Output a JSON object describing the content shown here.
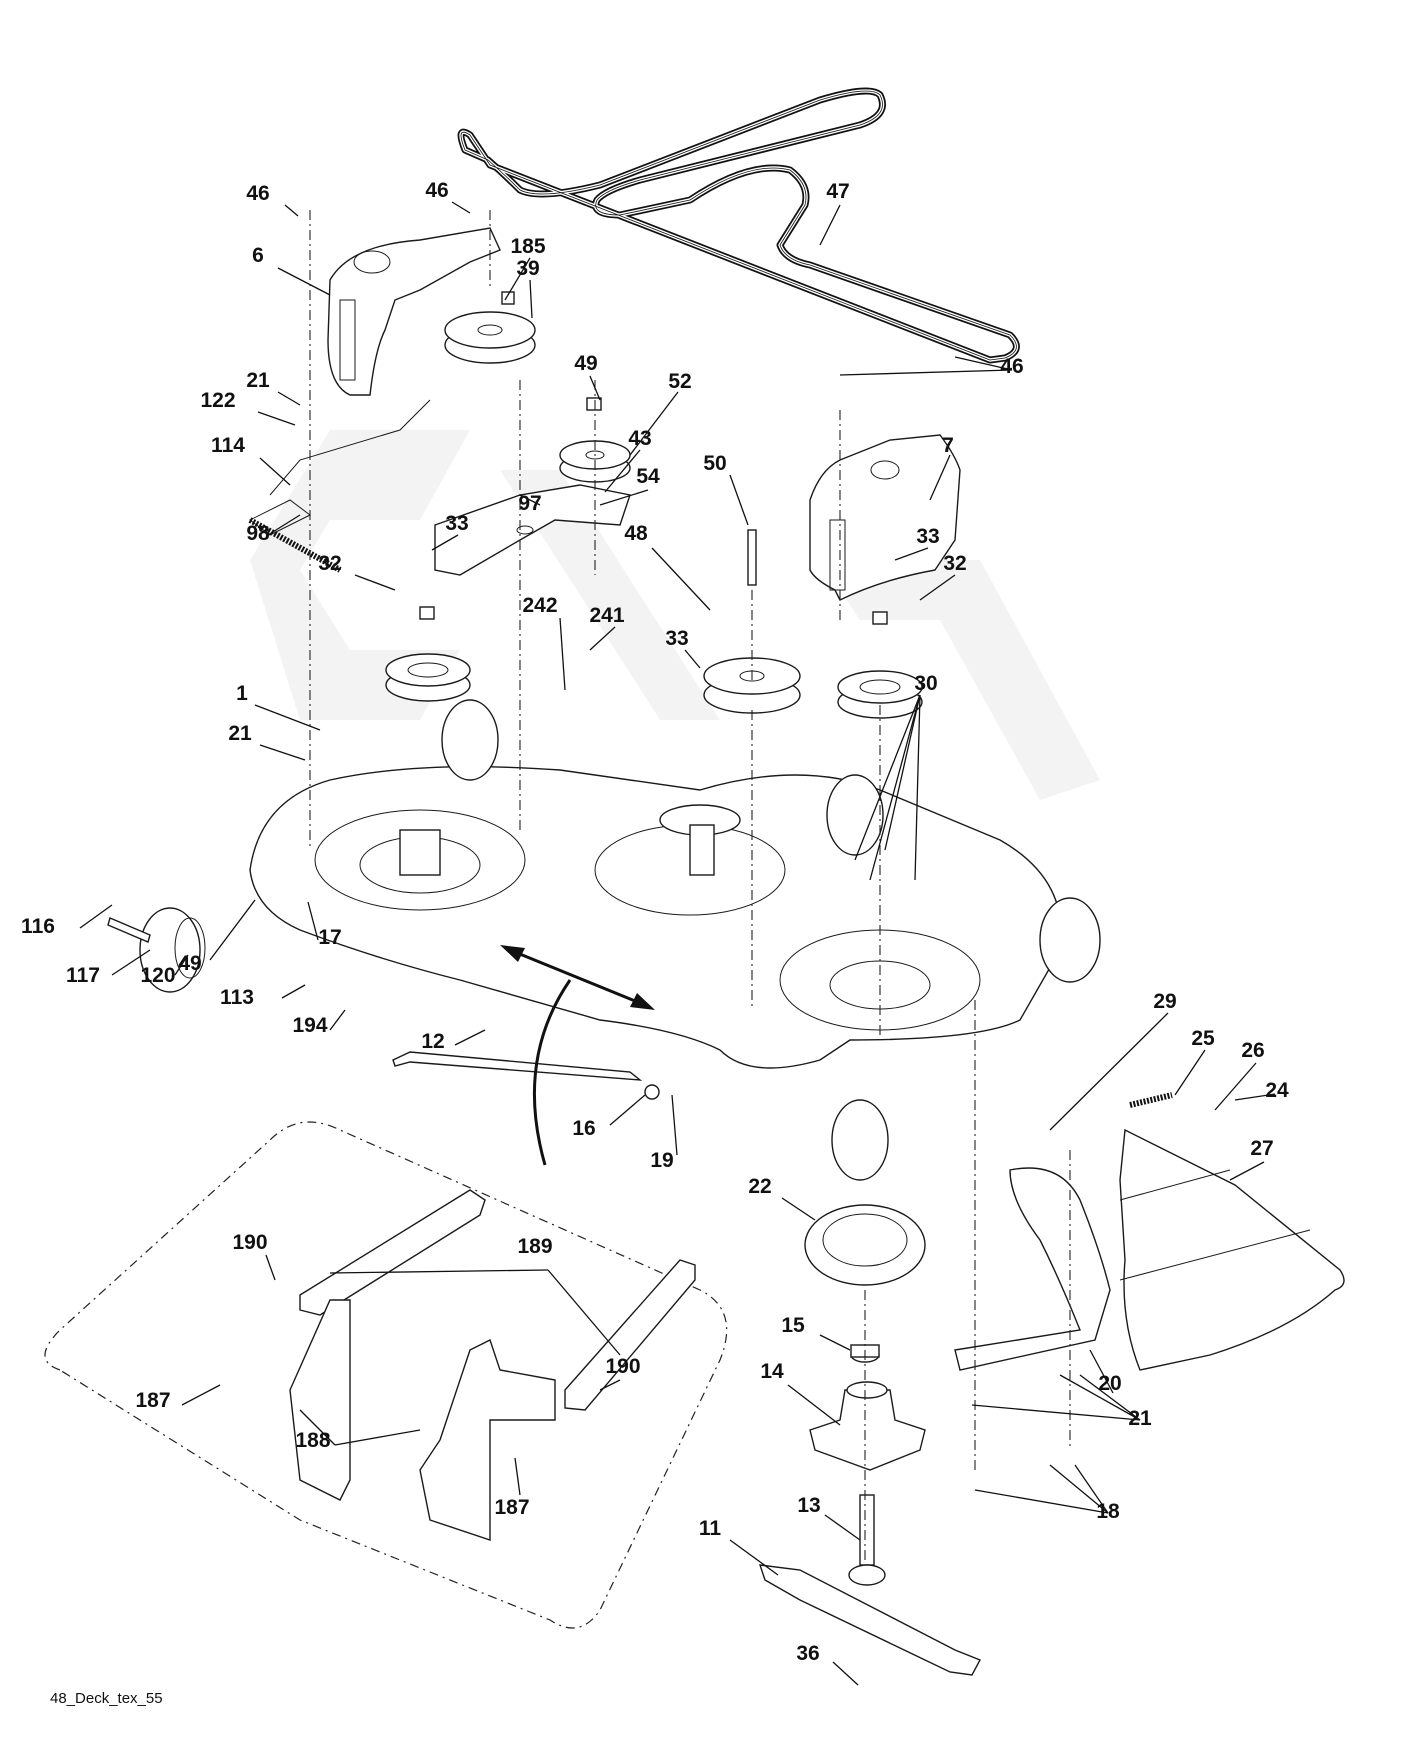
{
  "diagram": {
    "title": "Mower deck exploded parts diagram",
    "footer_code": "48_Deck_tex_55",
    "watermark": "faint gray brand logo"
  },
  "callouts": [
    {
      "id": "c46a",
      "label": "46",
      "part": "bolt"
    },
    {
      "id": "c46b",
      "label": "46",
      "part": "bolt"
    },
    {
      "id": "c6",
      "label": "6",
      "part": "left pulley cover"
    },
    {
      "id": "c185",
      "label": "185",
      "part": "nut"
    },
    {
      "id": "c39",
      "label": "39",
      "part": "idler pulley"
    },
    {
      "id": "c47",
      "label": "47",
      "part": "deck belt"
    },
    {
      "id": "c49a",
      "label": "49",
      "part": "locknut"
    },
    {
      "id": "c52",
      "label": "52",
      "part": "idler pulley"
    },
    {
      "id": "c21a",
      "label": "21",
      "part": "nut"
    },
    {
      "id": "c122",
      "label": "122",
      "part": "washer"
    },
    {
      "id": "c114",
      "label": "114",
      "part": "idler arm rod"
    },
    {
      "id": "c43",
      "label": "43",
      "part": "idler bracket"
    },
    {
      "id": "c46c",
      "label": "46",
      "part": "bolts"
    },
    {
      "id": "c7",
      "label": "7",
      "part": "right pulley cover"
    },
    {
      "id": "c50",
      "label": "50",
      "part": "bolt"
    },
    {
      "id": "c54",
      "label": "54",
      "part": "bolt"
    },
    {
      "id": "c98",
      "label": "98",
      "part": "spring"
    },
    {
      "id": "c97",
      "label": "97",
      "part": "washer"
    },
    {
      "id": "c33a",
      "label": "33",
      "part": "nut"
    },
    {
      "id": "c48",
      "label": "48",
      "part": "idler pulley"
    },
    {
      "id": "c33b",
      "label": "33",
      "part": "nut"
    },
    {
      "id": "c32a",
      "label": "32",
      "part": "spindle pulley"
    },
    {
      "id": "c32b",
      "label": "32",
      "part": "spindle pulley"
    },
    {
      "id": "c242",
      "label": "242",
      "part": "bushing"
    },
    {
      "id": "c241",
      "label": "241",
      "part": "screw"
    },
    {
      "id": "c33c",
      "label": "33",
      "part": "nut"
    },
    {
      "id": "c1",
      "label": "1",
      "part": "deck housing"
    },
    {
      "id": "c30",
      "label": "30",
      "part": "bolts"
    },
    {
      "id": "c21b",
      "label": "21",
      "part": "nut"
    },
    {
      "id": "c116",
      "label": "116",
      "part": "bolt"
    },
    {
      "id": "c17",
      "label": "17",
      "part": "bolt"
    },
    {
      "id": "c117",
      "label": "117",
      "part": "gauge wheel"
    },
    {
      "id": "c120",
      "label": "120",
      "part": "spacer"
    },
    {
      "id": "c49b",
      "label": "49",
      "part": "locknut"
    },
    {
      "id": "c113",
      "label": "113",
      "part": "bolt"
    },
    {
      "id": "c194",
      "label": "194",
      "part": "bolt"
    },
    {
      "id": "c12",
      "label": "12",
      "part": "stabilizer rod"
    },
    {
      "id": "c29",
      "label": "29",
      "part": "rod"
    },
    {
      "id": "c25",
      "label": "25",
      "part": "spring"
    },
    {
      "id": "c26",
      "label": "26",
      "part": "washer"
    },
    {
      "id": "c24",
      "label": "24",
      "part": "pin"
    },
    {
      "id": "c27",
      "label": "27",
      "part": "discharge chute"
    },
    {
      "id": "c16",
      "label": "16",
      "part": "washer"
    },
    {
      "id": "c19",
      "label": "19",
      "part": "cotter pin"
    },
    {
      "id": "c22",
      "label": "22",
      "part": "spacer ring"
    },
    {
      "id": "c190a",
      "label": "190",
      "part": "bolt"
    },
    {
      "id": "c189",
      "label": "189",
      "part": "hanger arms"
    },
    {
      "id": "c190b",
      "label": "190",
      "part": "bolt"
    },
    {
      "id": "c187a",
      "label": "187",
      "part": "bolt"
    },
    {
      "id": "c188",
      "label": "188",
      "part": "nuts"
    },
    {
      "id": "c187b",
      "label": "187",
      "part": "bolt"
    },
    {
      "id": "c15",
      "label": "15",
      "part": "bearing"
    },
    {
      "id": "c14",
      "label": "14",
      "part": "spindle housing"
    },
    {
      "id": "c20",
      "label": "20",
      "part": "chute deflector bracket"
    },
    {
      "id": "c21c",
      "label": "21",
      "part": "nuts"
    },
    {
      "id": "c18",
      "label": "18",
      "part": "bolts"
    },
    {
      "id": "c13",
      "label": "13",
      "part": "spindle shaft"
    },
    {
      "id": "c11",
      "label": "11",
      "part": "blade"
    },
    {
      "id": "c36",
      "label": "36",
      "part": "blade bolt"
    }
  ]
}
